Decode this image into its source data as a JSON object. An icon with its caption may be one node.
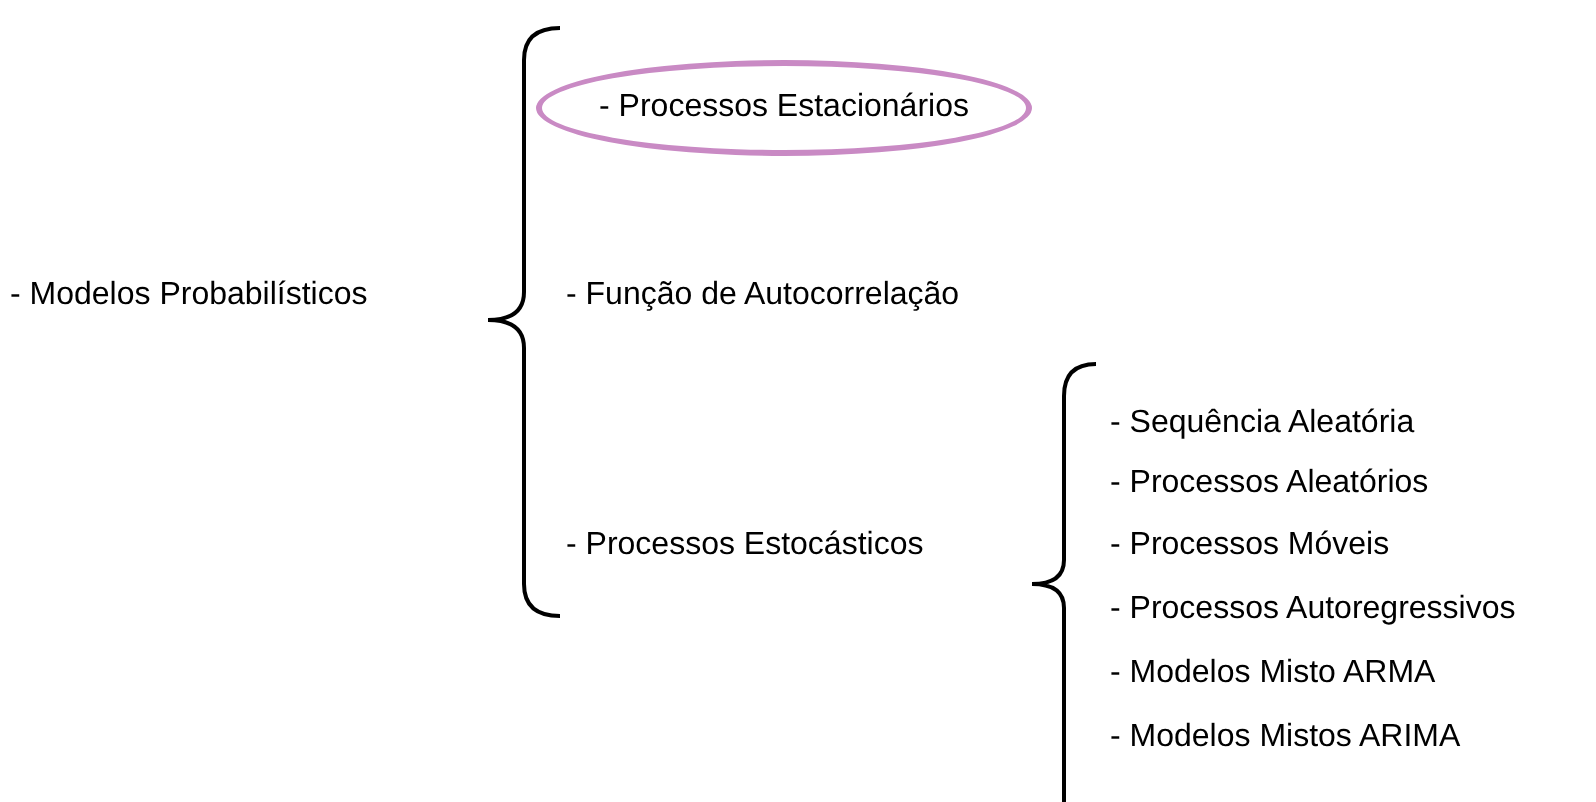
{
  "diagram": {
    "nodes": [
      {
        "text": [
          "- Processos Estacionários"
        ]
      }
    ],
    "labels": [
      "- Modelos Probabilísticos",
      "- Função de Autocorrelação",
      "- Processos Estocásticos",
      "- Sequência Aleatória",
      "- Processos Aleatórios",
      "- Processos Móveis",
      "- Processos Autoregressivos",
      "- Modelos Misto ARMA",
      "- Modelos Mistos ARIMA"
    ]
  }
}
